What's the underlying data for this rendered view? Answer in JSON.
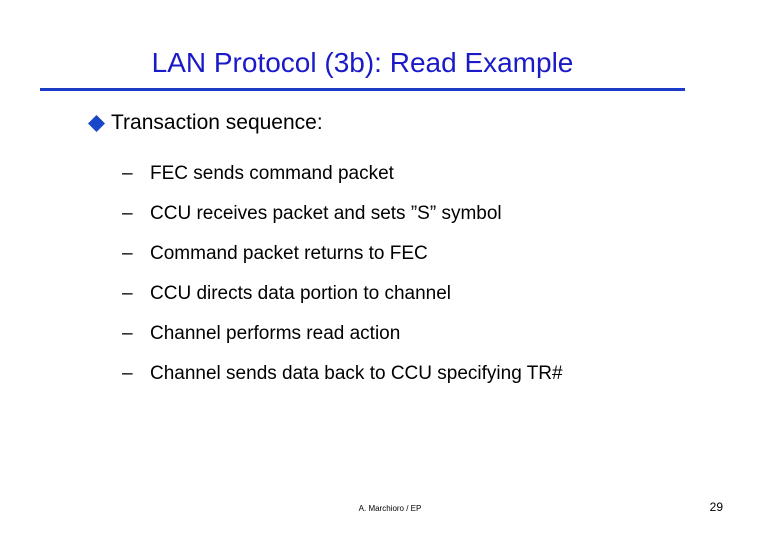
{
  "slide": {
    "title": "LAN Protocol (3b): Read Example",
    "title_color": "#1a1ac8",
    "rule_color": "#1a3cc8",
    "background_color": "#ffffff",
    "body_text_color": "#000000"
  },
  "content": {
    "heading": {
      "bullet_icon": "diamond-bullet-icon",
      "bullet_color": "#1a47c8",
      "text": "Transaction sequence:"
    },
    "sub_bullets": [
      {
        "marker": "–",
        "text": "FEC sends command packet"
      },
      {
        "marker": "–",
        "text": "CCU receives packet and sets ”S” symbol"
      },
      {
        "marker": "–",
        "text": "Command packet returns to FEC"
      },
      {
        "marker": "–",
        "text": "CCU directs data portion to channel"
      },
      {
        "marker": "–",
        "text": "Channel performs read action"
      },
      {
        "marker": "–",
        "text": "Channel sends data back to CCU specifying TR#"
      }
    ]
  },
  "footer": {
    "author": "A. Marchioro / EP",
    "page_number": "29"
  }
}
